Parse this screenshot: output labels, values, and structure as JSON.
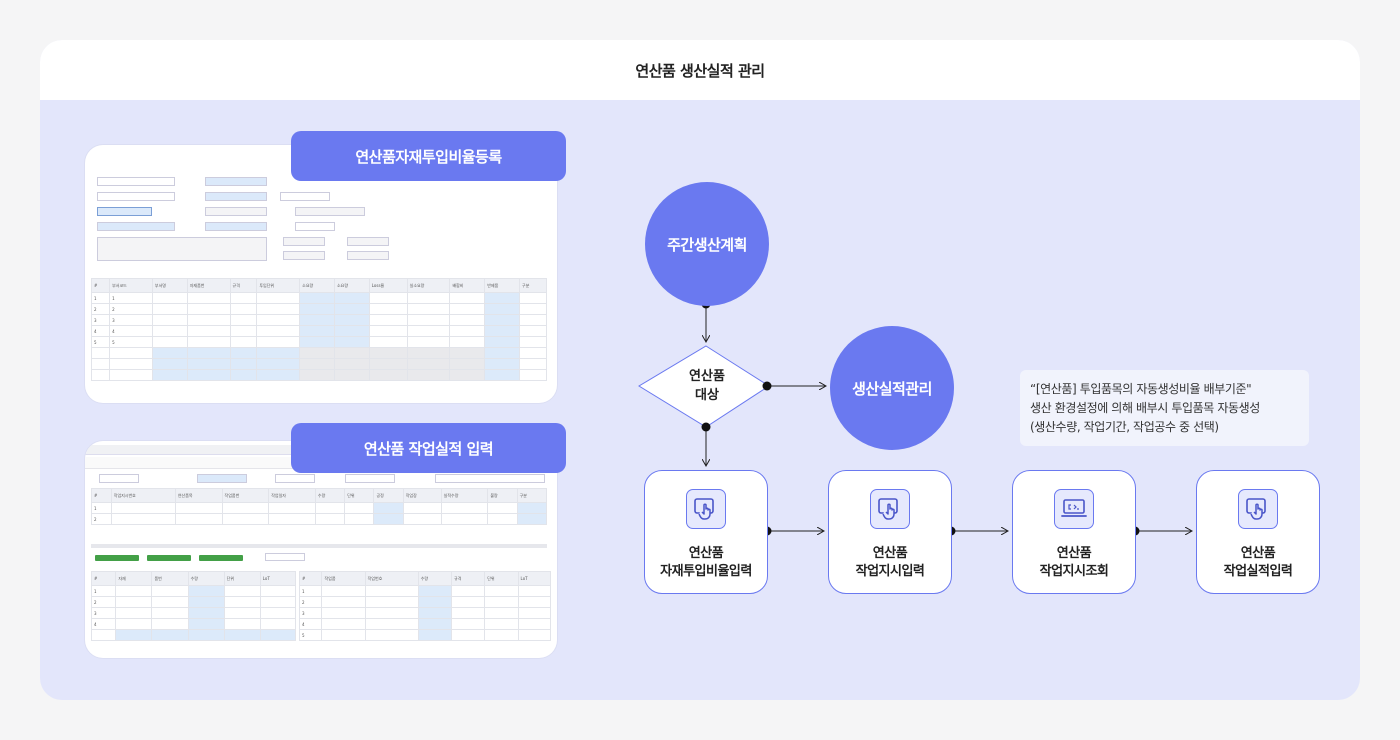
{
  "page": {
    "title": "연산품 생산실적 관리"
  },
  "screenshots": [
    {
      "label": "연산품자재투입비율등록"
    },
    {
      "label": "연산품 작업실적 입력"
    }
  ],
  "flow": {
    "weekly_plan": "주간생산계획",
    "decision_line1": "연산품",
    "decision_line2": "대상",
    "result_mgmt": "생산실적관리",
    "note_line1": "“[연산품] 투입품목의 자동생성비율 배부기준\"",
    "note_line2": "생산 환경설정에 의해 배부시 투입품목 자동생성",
    "note_line3": "(생산수량, 작업기간, 작업공수 중 선택)",
    "steps": [
      {
        "line1": "연산품",
        "line2": "자재투입비율입력",
        "icon": "touch-screen-icon"
      },
      {
        "line1": "연산품",
        "line2": "작업지시입력",
        "icon": "touch-screen-icon"
      },
      {
        "line1": "연산품",
        "line2": "작업지시조회",
        "icon": "laptop-icon"
      },
      {
        "line1": "연산품",
        "line2": "작업실적입력",
        "icon": "touch-screen-icon"
      }
    ]
  },
  "colors": {
    "accent": "#6a79f0",
    "card_bg": "#e3e6fb",
    "page_bg": "#f5f5f6"
  }
}
